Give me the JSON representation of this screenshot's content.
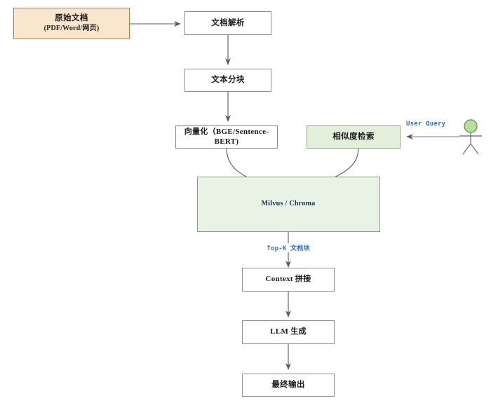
{
  "diagram": {
    "title": "RAG Pipeline Flowchart",
    "colors": {
      "source_fill": "#fce5cd",
      "source_stroke": "#b07a45",
      "plain_fill": "#ffffff",
      "plain_stroke": "#8c8c8c",
      "green_fill": "#e2efdb",
      "green_stroke": "#93a98c",
      "container_fill": "#e8f2e5",
      "container_stroke": "#8c9b88",
      "cylinder_fill": "#b1d5ef",
      "cylinder_stroke": "#6d9fc4",
      "edge_stroke": "#5a5a5a",
      "edge_label": "#2f6fc0",
      "actor_head_fill": "#b9dd9f",
      "actor_head_stroke": "#6a9b51",
      "actor_body_stroke": "#7a7a7a"
    },
    "nodes": {
      "source_doc": {
        "label": "原始文档",
        "sublabel": "(PDF/Word/网页)"
      },
      "doc_parse": {
        "label": "文档解析"
      },
      "text_chunk": {
        "label": "文本分块"
      },
      "vectorize": {
        "label": "向量化（BGE/Sentence-BERT)"
      },
      "similarity_search": {
        "label": "相似度检索"
      },
      "vector_store": {
        "label": "Milvus / Chroma"
      },
      "context_join": {
        "label": "Context 拼接"
      },
      "llm_generate": {
        "label": "LLM 生成"
      },
      "final_output": {
        "label": "最终输出"
      }
    },
    "edge_labels": {
      "user_query": "User Query",
      "topk_chunks": "Top-K 文档块"
    },
    "actor": {
      "name": "user-actor"
    }
  }
}
